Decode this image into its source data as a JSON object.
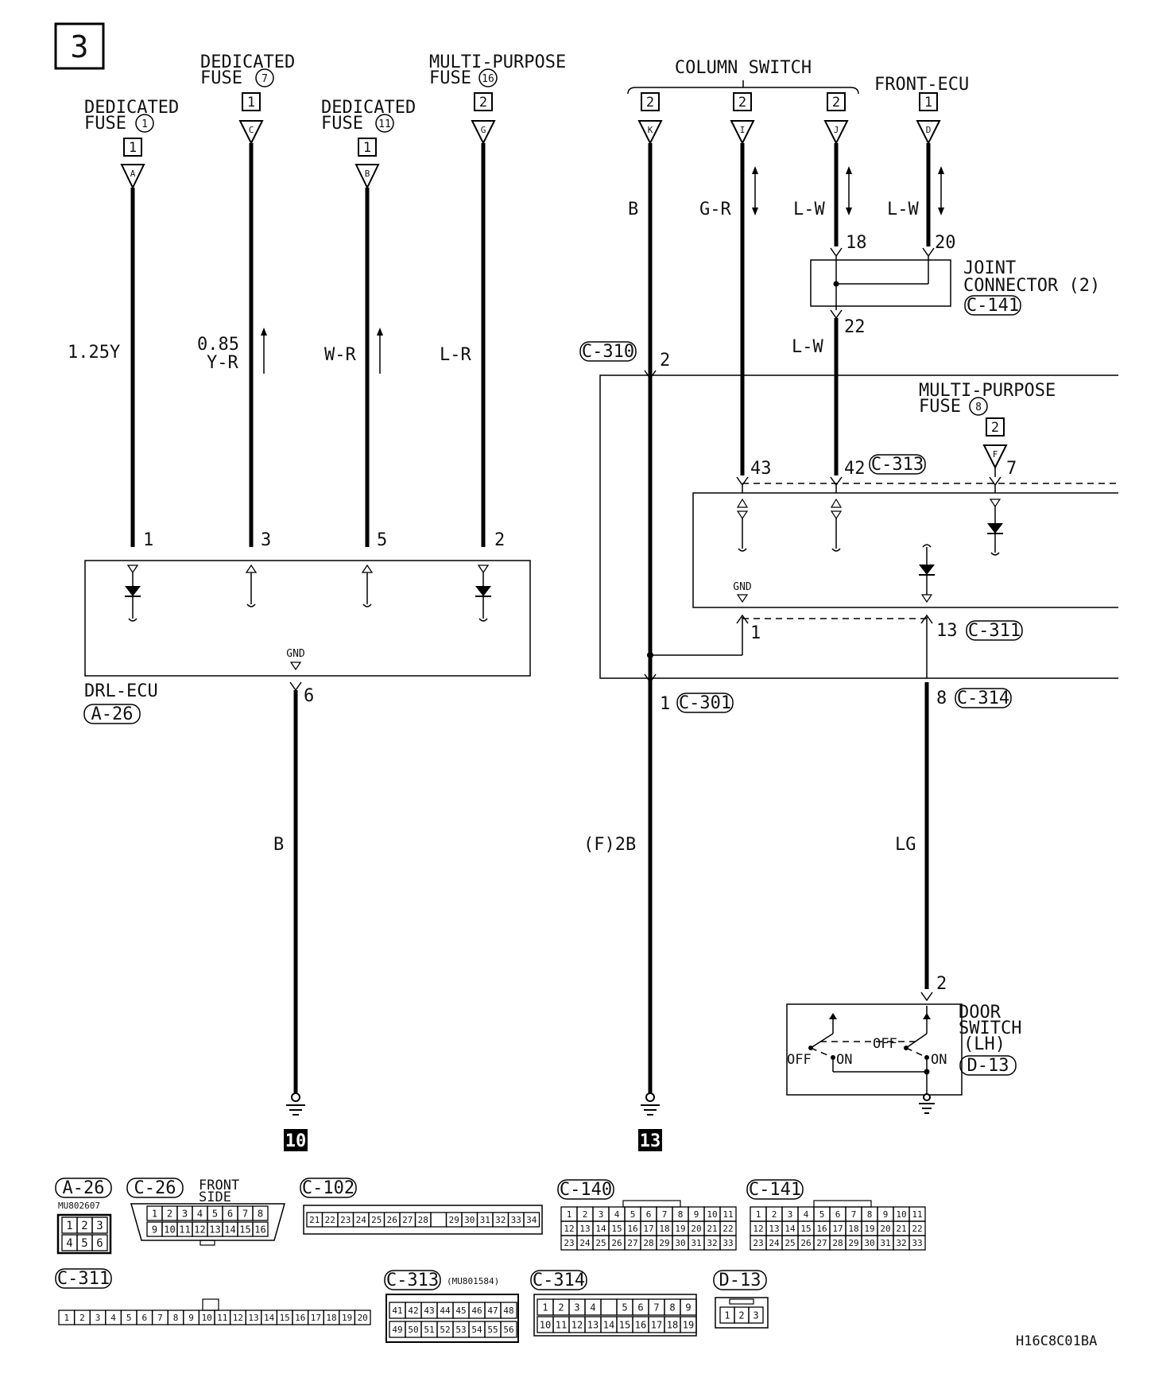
{
  "page_number": "3",
  "terminals": {
    "dedicated_fuse_1": {
      "line1": "DEDICATED",
      "line2": "FUSE",
      "num": "1",
      "box": "1",
      "pin": "A"
    },
    "dedicated_fuse_7": {
      "line1": "DEDICATED",
      "line2": "FUSE",
      "num": "7",
      "box": "1",
      "pin": "C"
    },
    "dedicated_fuse_11": {
      "line1": "DEDICATED",
      "line2": "FUSE",
      "num": "11",
      "box": "1",
      "pin": "B"
    },
    "multi_purpose_fuse_16": {
      "line1": "MULTI-PURPOSE",
      "line2": "FUSE",
      "num": "16",
      "box": "2",
      "pin": "G"
    },
    "column_switch": {
      "label": "COLUMN SWITCH",
      "pins": [
        {
          "box": "2",
          "pin": "K"
        },
        {
          "box": "2",
          "pin": "I"
        },
        {
          "box": "2",
          "pin": "J"
        }
      ]
    },
    "front_ecu": {
      "label": "FRONT-ECU",
      "box": "1",
      "pin": "D"
    },
    "multi_purpose_fuse_8": {
      "line1": "MULTI-PURPOSE",
      "line2": "FUSE",
      "num": "8",
      "box": "2",
      "pin": "F",
      "wire_pin": "7"
    }
  },
  "wires": {
    "w1": "1.25Y",
    "w2a": "0.85",
    "w2b": "Y-R",
    "w3": "W-R",
    "w4": "L-R",
    "k": "B",
    "i": "G-R",
    "j": "L-W",
    "d": "L-W",
    "jc_out": "L-W",
    "ground_drl": "B",
    "ground_k": "(F)2B",
    "door": "LG"
  },
  "pins": {
    "drl_1": "1",
    "drl_3": "3",
    "drl_5": "5",
    "drl_2": "2",
    "drl_gnd": "6",
    "jc_18": "18",
    "jc_20": "20",
    "jc_22": "22",
    "c310_2": "2",
    "c313_43": "43",
    "c313_42": "42",
    "c311_1": "1",
    "c311_13": "13",
    "c301_1": "1",
    "c314_8": "8",
    "door_2": "2"
  },
  "components": {
    "drl_ecu": {
      "name": "DRL-ECU",
      "code": "A-26",
      "gnd": "GND"
    },
    "joint_connector": {
      "line1": "JOINT",
      "line2": "CONNECTOR (2)",
      "code": "C-141"
    },
    "etacs": {
      "gnd": "GND"
    },
    "door_switch": {
      "line1": "DOOR",
      "line2": "SWITCH",
      "line3": "(LH)",
      "code": "D-13",
      "off": "OFF",
      "on": "ON"
    }
  },
  "connector_refs": {
    "c310": "C-310",
    "c313": "C-313",
    "c311": "C-311",
    "c301": "C-301",
    "c314": "C-314"
  },
  "ground_refs": {
    "left": "10",
    "right": "13"
  },
  "connector_views": {
    "a26": {
      "code": "A-26",
      "part": "MU802607",
      "row1": [
        "1",
        "2",
        "3"
      ],
      "row2": [
        "4",
        "5",
        "6"
      ]
    },
    "c26": {
      "code": "C-26",
      "note1": "FRONT",
      "note2": "SIDE",
      "row1": [
        "1",
        "2",
        "3",
        "4",
        "5",
        "6",
        "7",
        "8"
      ],
      "row2": [
        "9",
        "10",
        "11",
        "12",
        "13",
        "14",
        "15",
        "16"
      ]
    },
    "c102": {
      "code": "C-102",
      "row1": [
        "21",
        "22",
        "23",
        "24",
        "25",
        "26",
        "27",
        "28",
        "",
        "29",
        "30",
        "31",
        "32",
        "33",
        "34"
      ]
    },
    "c140": {
      "code": "C-140",
      "row1": [
        "1",
        "2",
        "3",
        "4",
        "5",
        "6",
        "7",
        "8",
        "9",
        "10",
        "11"
      ],
      "row2": [
        "12",
        "13",
        "14",
        "15",
        "16",
        "17",
        "18",
        "19",
        "20",
        "21",
        "22"
      ],
      "row3": [
        "23",
        "24",
        "25",
        "26",
        "27",
        "28",
        "29",
        "30",
        "31",
        "32",
        "33"
      ]
    },
    "c141": {
      "code": "C-141",
      "row1": [
        "1",
        "2",
        "3",
        "4",
        "5",
        "6",
        "7",
        "8",
        "9",
        "10",
        "11"
      ],
      "row2": [
        "12",
        "13",
        "14",
        "15",
        "16",
        "17",
        "18",
        "19",
        "20",
        "21",
        "22"
      ],
      "row3": [
        "23",
        "24",
        "25",
        "26",
        "27",
        "28",
        "29",
        "30",
        "31",
        "32",
        "33"
      ]
    },
    "c311": {
      "code": "C-311",
      "row1": [
        "1",
        "2",
        "3",
        "4",
        "5",
        "6",
        "7",
        "8",
        "9",
        "10",
        "11",
        "12",
        "13",
        "14",
        "15",
        "16",
        "17",
        "18",
        "19",
        "20"
      ]
    },
    "c313": {
      "code": "C-313",
      "part": "(MU801584)",
      "row1": [
        "41",
        "42",
        "43",
        "44",
        "45",
        "46",
        "47",
        "48"
      ],
      "row2": [
        "49",
        "50",
        "51",
        "52",
        "53",
        "54",
        "55",
        "56"
      ]
    },
    "c314": {
      "code": "C-314",
      "row1": [
        "1",
        "2",
        "3",
        "4",
        "",
        "5",
        "6",
        "7",
        "8",
        "9"
      ],
      "row2": [
        "10",
        "11",
        "12",
        "13",
        "14",
        "15",
        "16",
        "17",
        "18",
        "19"
      ]
    },
    "d13": {
      "code": "D-13",
      "row1": [
        "1",
        "2",
        "3"
      ]
    }
  },
  "figure_code": "H16C8C01BA"
}
